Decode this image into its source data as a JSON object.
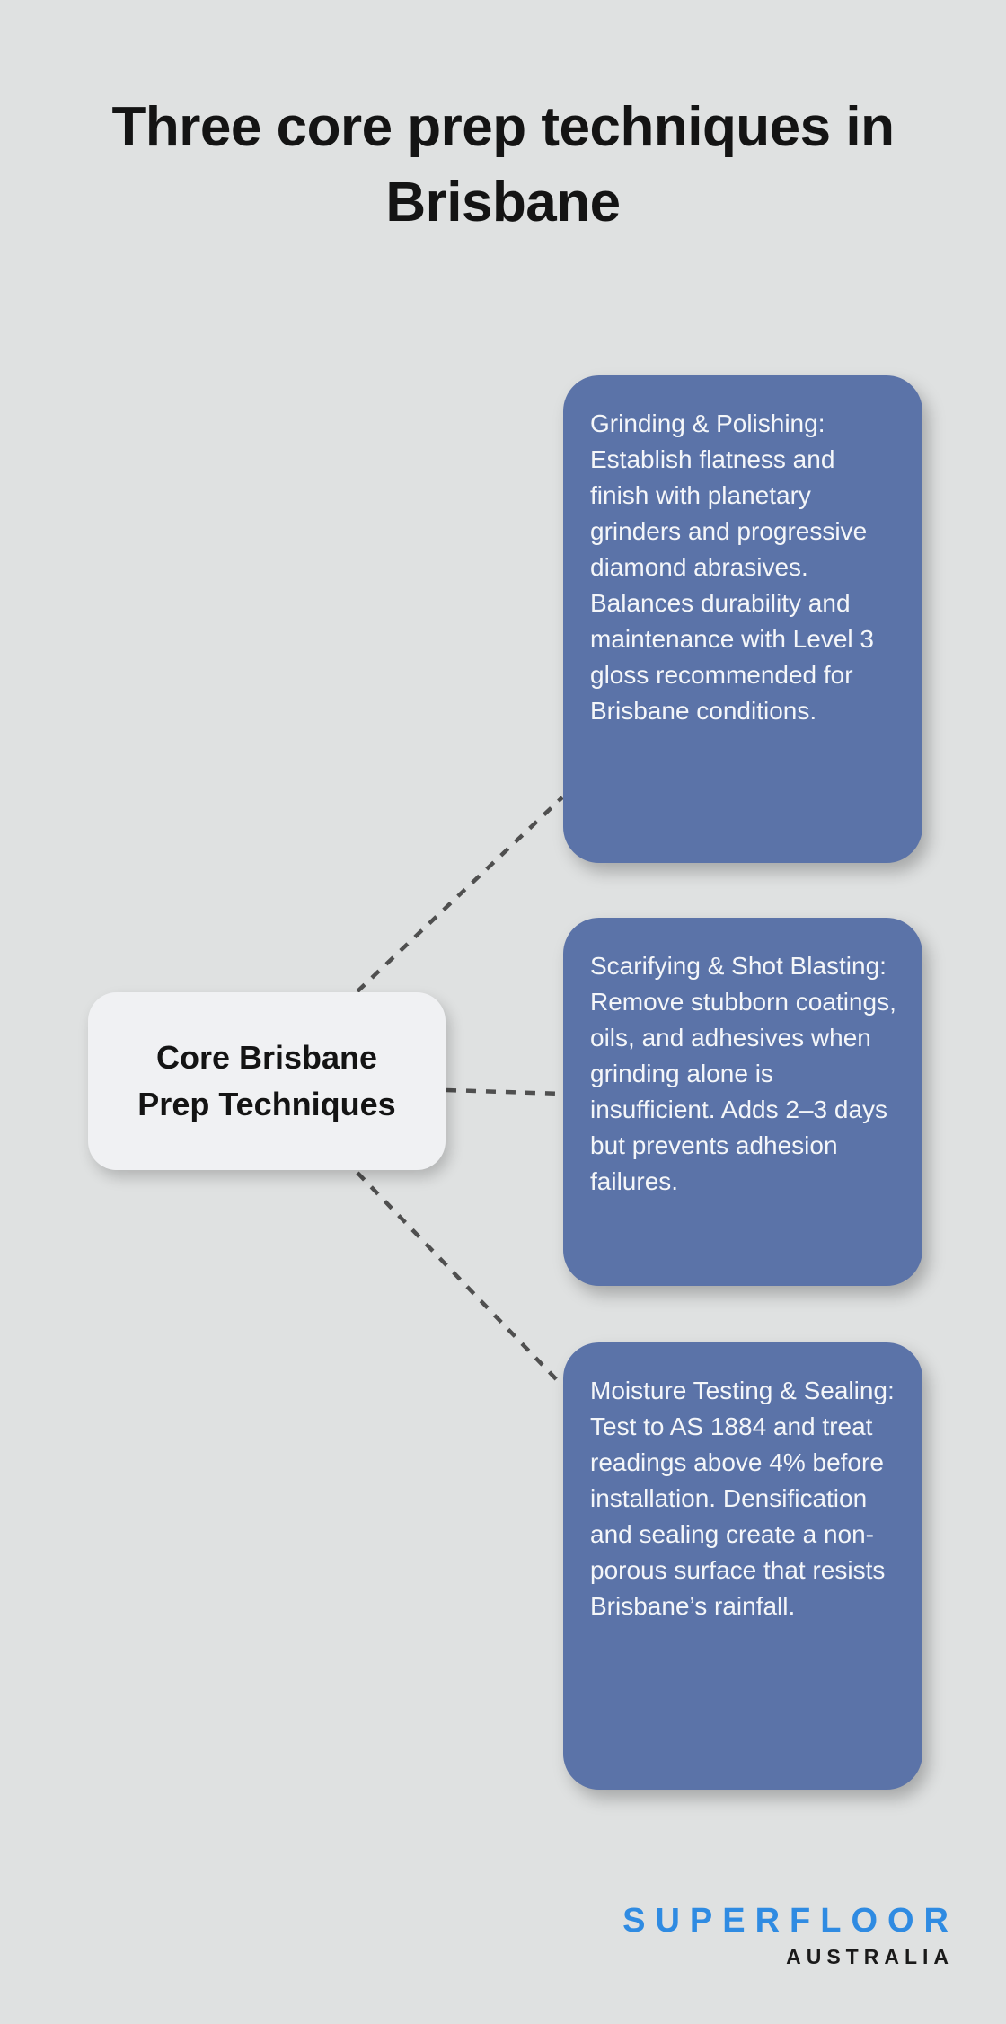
{
  "header": {
    "title_lines": [
      "Three core prep techniques in",
      "Brisbane"
    ]
  },
  "diagram": {
    "root_node": {
      "label_lines": [
        "Core Brisbane",
        "Prep Techniques"
      ]
    },
    "techniques": [
      {
        "id": "grinding-polishing",
        "text": "Grinding & Polishing: Establish flatness and finish with planetary grinders and progressive diamond abrasives. Balances durability and maintenance with Level 3 gloss recommended for Brisbane conditions."
      },
      {
        "id": "scarifying-shot-blasting",
        "text": "Scarifying & Shot Blasting: Remove stubborn coatings, oils, and adhesives when grinding alone is insufficient. Adds 2–3 days but prevents adhesion failures."
      },
      {
        "id": "moisture-testing-sealing",
        "text": "Moisture Testing & Sealing: Test to AS 1884 and treat readings above 4% before installation. Densification and sealing create a non-porous surface that resists Brisbane’s rainfall."
      }
    ]
  },
  "branding": {
    "wordmark": "SUPERFLOOR",
    "subtext": "AUSTRALIA"
  },
  "colors": {
    "background": "#dfe1e1",
    "card_fill": "#5b73a8",
    "card_text": "#f4f6f9",
    "node_fill": "#f0f1f3",
    "heading_text": "#141414",
    "connector": "#4f4f4f",
    "logo_blue": "#2f8be2",
    "logo_dark": "#1a1a1a"
  }
}
